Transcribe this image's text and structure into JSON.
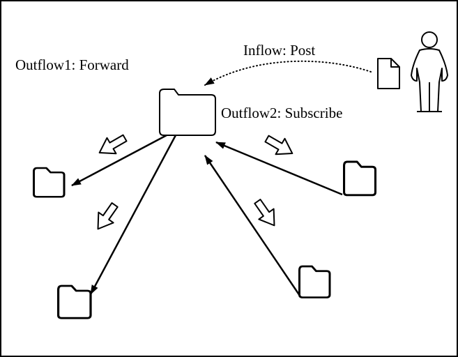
{
  "labels": {
    "outflow1": "Outflow1: Forward",
    "inflow": "Inflow: Post",
    "outflow2": "Outflow2: Subscribe"
  },
  "colors": {
    "stroke": "#000000",
    "background": "#ffffff",
    "fill": "#ffffff"
  },
  "icons": {
    "central": "folder-icon",
    "satellites": "folder-icon",
    "document": "document-icon",
    "person": "person-icon",
    "flow_arrows": "hollow-arrow-icon"
  }
}
